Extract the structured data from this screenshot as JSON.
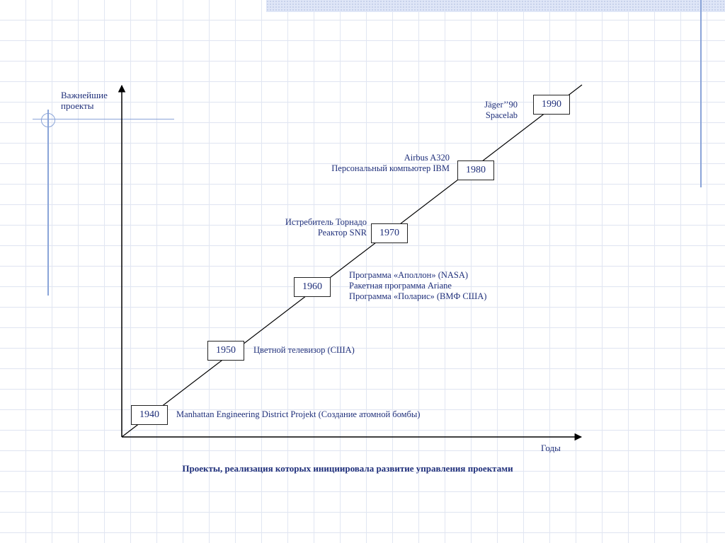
{
  "axes": {
    "y_label_line1": "Важнейшие",
    "y_label_line2": "проекты",
    "x_label": "Годы"
  },
  "milestones": [
    {
      "year": "1940",
      "projects": [
        "Manhattan Engineering District Projekt (Создание атомной бомбы)"
      ]
    },
    {
      "year": "1950",
      "projects": [
        "Цветной телевизор (США)"
      ]
    },
    {
      "year": "1960",
      "projects": [
        "Программа «Аполлон» (NASA)",
        "Ракетная программа Ariane",
        "Программа «Поларис» (ВМФ США)"
      ]
    },
    {
      "year": "1970",
      "projects": [
        "Истребитель Торнадо",
        "Реактор SNR"
      ]
    },
    {
      "year": "1980",
      "projects": [
        "Airbus A320",
        "Персональный компьютер IBM"
      ]
    },
    {
      "year": "1990",
      "projects": [
        "Jäger’’90",
        "Spacelab"
      ]
    }
  ],
  "caption": "Проекты, реализация которых инициировала развитие управления проектами",
  "colors": {
    "text": "#1f2f7a",
    "grid": "#e1e6f2",
    "accent": "#8aa4d8",
    "axis": "#000000"
  }
}
